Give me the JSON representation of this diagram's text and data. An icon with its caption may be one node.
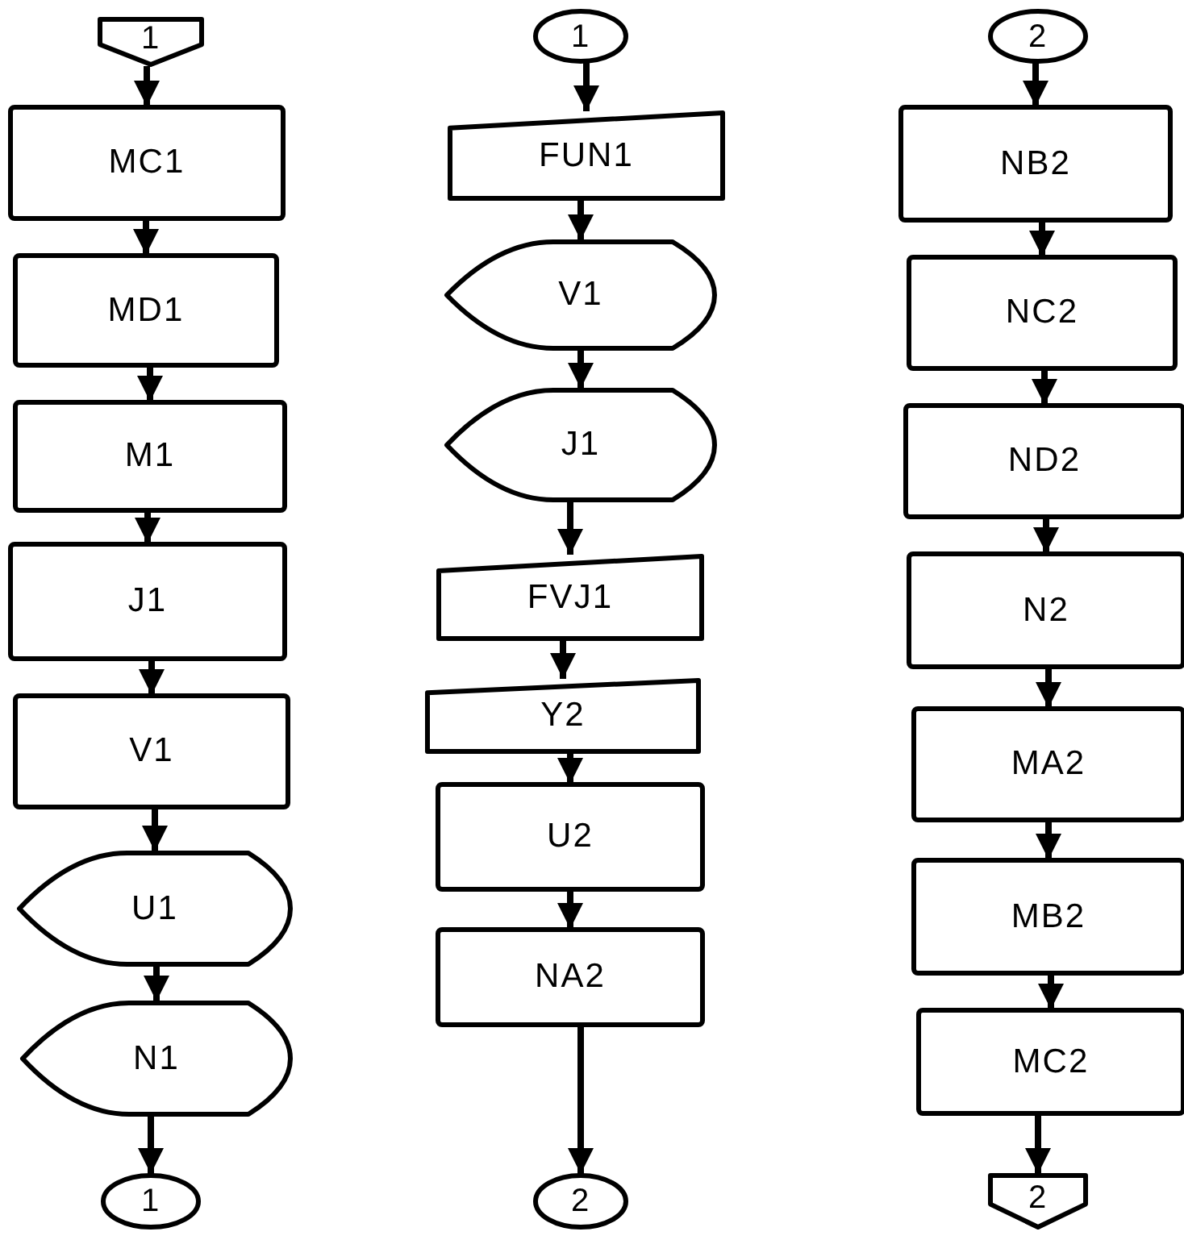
{
  "diagram": {
    "nodes": [
      {
        "text": [
          "1"
        ]
      },
      {
        "text": [
          "MC1"
        ]
      },
      {
        "text": [
          "MD1"
        ]
      },
      {
        "text": [
          "M1"
        ]
      },
      {
        "text": [
          "J1"
        ]
      },
      {
        "text": [
          "V1"
        ]
      },
      {
        "text": [
          "U1"
        ]
      },
      {
        "text": [
          "N1"
        ]
      },
      {
        "text": [
          "1"
        ]
      },
      {
        "text": [
          "1"
        ]
      },
      {
        "text": [
          "FUN1"
        ]
      },
      {
        "text": [
          "V1"
        ]
      },
      {
        "text": [
          "J1"
        ]
      },
      {
        "text": [
          "FVJ1"
        ]
      },
      {
        "text": [
          "Y2"
        ]
      },
      {
        "text": [
          "U2"
        ]
      },
      {
        "text": [
          "NA2"
        ]
      },
      {
        "text": [
          "2"
        ]
      },
      {
        "text": [
          "2"
        ]
      },
      {
        "text": [
          "NB2"
        ]
      },
      {
        "text": [
          "NC2"
        ]
      },
      {
        "text": [
          "ND2"
        ]
      },
      {
        "text": [
          "N2"
        ]
      },
      {
        "text": [
          "MA2"
        ]
      },
      {
        "text": [
          "MB2"
        ]
      },
      {
        "text": [
          "MC2"
        ]
      },
      {
        "text": [
          "2"
        ]
      }
    ],
    "edges": [
      {
        "from": 0,
        "to": 1,
        "arrow": "to"
      },
      {
        "from": 1,
        "to": 2,
        "arrow": "to"
      },
      {
        "from": 2,
        "to": 3,
        "arrow": "to"
      },
      {
        "from": 3,
        "to": 4,
        "arrow": "to"
      },
      {
        "from": 4,
        "to": 5,
        "arrow": "to"
      },
      {
        "from": 5,
        "to": 6,
        "arrow": "to"
      },
      {
        "from": 6,
        "to": 7,
        "arrow": "to"
      },
      {
        "from": 7,
        "to": 8,
        "arrow": "to"
      },
      {
        "from": 9,
        "to": 10,
        "arrow": "to"
      },
      {
        "from": 10,
        "to": 11,
        "arrow": "to"
      },
      {
        "from": 11,
        "to": 12,
        "arrow": "to"
      },
      {
        "from": 12,
        "to": 13,
        "arrow": "to"
      },
      {
        "from": 13,
        "to": 14,
        "arrow": "to"
      },
      {
        "from": 14,
        "to": 15,
        "arrow": "to"
      },
      {
        "from": 15,
        "to": 16,
        "arrow": "to"
      },
      {
        "from": 16,
        "to": 17,
        "arrow": "to"
      },
      {
        "from": 18,
        "to": 19,
        "arrow": "to"
      },
      {
        "from": 19,
        "to": 20,
        "arrow": "to"
      },
      {
        "from": 20,
        "to": 21,
        "arrow": "to"
      },
      {
        "from": 21,
        "to": 22,
        "arrow": "to"
      },
      {
        "from": 22,
        "to": 23,
        "arrow": "to"
      },
      {
        "from": 23,
        "to": 24,
        "arrow": "to"
      },
      {
        "from": 24,
        "to": 25,
        "arrow": "to"
      },
      {
        "from": 25,
        "to": 26,
        "arrow": "to"
      }
    ]
  }
}
